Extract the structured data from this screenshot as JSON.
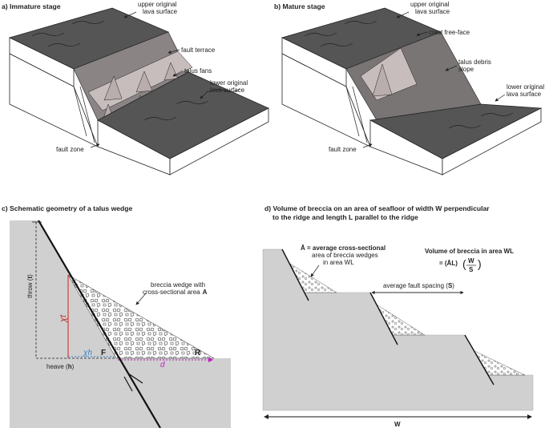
{
  "panel_a": {
    "title": "a) Immature stage",
    "labels": {
      "upper_1": "upper original",
      "upper_2": "lava surface",
      "fault_terrace": "fault terrace",
      "talus_fans": "talus fans",
      "lower_1": "lower original",
      "lower_2": "lava surface",
      "fault_zone": "fault zone"
    }
  },
  "panel_b": {
    "title": "b) Mature stage",
    "labels": {
      "upper_1": "upper original",
      "upper_2": "lava surface",
      "crest": "crest free-face",
      "talus_1": "talus debris",
      "talus_2": "slope",
      "lower_1": "lower original",
      "lower_2": "lava surface",
      "fault_zone": "fault zone"
    }
  },
  "panel_c": {
    "title": "c) Schematic geometry of a talus wedge",
    "throw_label": "throw (",
    "throw_sym": "t",
    "throw_end": ")",
    "heave_label": "heave (",
    "heave_sym": "h",
    "heave_end": ")",
    "xt": "χt",
    "xh": "χh",
    "d": "d",
    "F": "F",
    "R": "R",
    "wedge_1": "breccia wedge with",
    "wedge_2": "cross-sectional area",
    "wedge_sym": "A",
    "colors": {
      "red": "#d42020",
      "blue": "#3a86c8",
      "magenta": "#c020c0"
    }
  },
  "panel_d": {
    "title_1": "d) Volume of breccia on an area of seafloor of width W perpendicular",
    "title_2": "to the ridge and length L parallel to the ridge",
    "abar_1": "Ā = average cross-sectional",
    "abar_2": "area of breccia wedges",
    "abar_3": "in area WL",
    "vol_title": "Volume of breccia in area WL",
    "vol_eq": "= (ĀL)",
    "frac_num": "W",
    "frac_den": "S",
    "spacing": "average fault spacing (",
    "spacing_sym": "S",
    "spacing_end": ")",
    "W": "W"
  }
}
